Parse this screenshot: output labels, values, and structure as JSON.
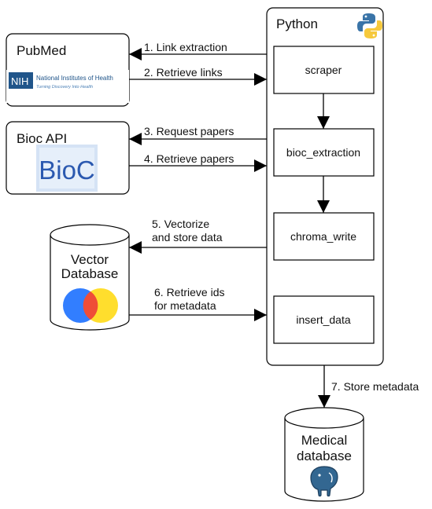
{
  "nodes": {
    "pubmed": {
      "title": "PubMed",
      "logo_badge": "NIH",
      "logo_name": "National Institutes of Health",
      "logo_tagline": "Turning Discovery Into Health",
      "logo_color": "#20558a"
    },
    "bioc_api": {
      "title": "Bioc API",
      "logo_text": "BioC",
      "logo_color": "#2b59b0",
      "logo_bg": "#d5e3f5"
    },
    "python": {
      "title": "Python",
      "icon": "python-logo-icon",
      "steps": [
        "scraper",
        "bioc_extraction",
        "chroma_write",
        "insert_data"
      ]
    },
    "vector_db": {
      "title_line1": "Vector",
      "title_line2": "Database",
      "icon": "chroma-logo-icon"
    },
    "medical_db": {
      "title_line1": "Medical",
      "title_line2": "database",
      "icon": "postgres-elephant-icon"
    }
  },
  "edges": {
    "e1": "1. Link extraction",
    "e2": "2. Retrieve links",
    "e3": "3. Request papers",
    "e4": "4. Retrieve papers",
    "e5_line1": "5. Vectorize",
    "e5_line2": "and store data",
    "e6_line1": "6. Retrieve ids",
    "e6_line2": "for metadata",
    "e7": "7. Store metadata"
  },
  "colors": {
    "stroke": "#000000",
    "python_blue": "#3a74a8",
    "python_yellow": "#f6c93c",
    "chroma_blue": "#327eff",
    "chroma_red": "#ef4d37",
    "chroma_yellow": "#ffde2d",
    "postgres_blue": "#336791"
  }
}
